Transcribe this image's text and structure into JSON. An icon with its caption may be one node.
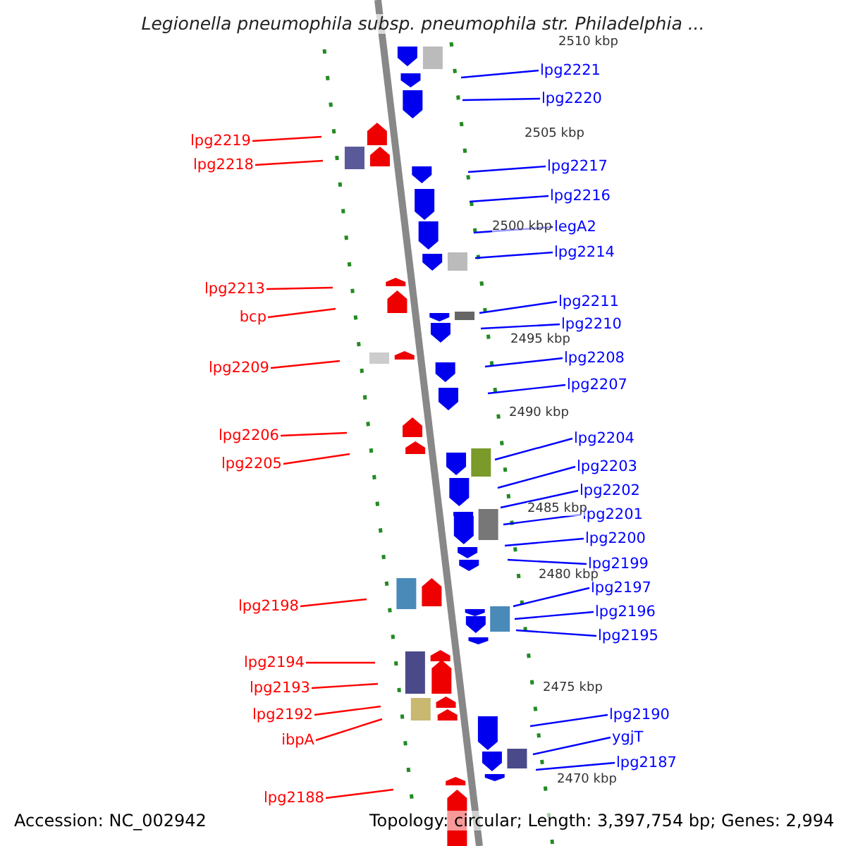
{
  "diagram": {
    "title": "Legionella pneumophila subsp. pneumophila str. Philadelphia ...",
    "nodes": [
      {
        "text": [
          "lpg2221"
        ]
      },
      {
        "text": [
          "lpg2220"
        ]
      },
      {
        "text": [
          "lpg2219"
        ]
      },
      {
        "text": [
          "lpg2218"
        ]
      },
      {
        "text": [
          "lpg2217"
        ]
      },
      {
        "text": [
          "lpg2216"
        ]
      },
      {
        "text": [
          "legA2"
        ]
      },
      {
        "text": [
          "lpg2214"
        ]
      },
      {
        "text": [
          "lpg2213"
        ]
      },
      {
        "text": [
          "lpg2211"
        ]
      },
      {
        "text": [
          "bcp"
        ]
      },
      {
        "text": [
          "lpg2210"
        ]
      },
      {
        "text": [
          "lpg2208"
        ]
      },
      {
        "text": [
          "lpg2209"
        ]
      },
      {
        "text": [
          "lpg2207"
        ]
      },
      {
        "text": [
          "lpg2206"
        ]
      },
      {
        "text": [
          "lpg2204"
        ]
      },
      {
        "text": [
          "lpg2205"
        ]
      },
      {
        "text": [
          "lpg2203"
        ]
      },
      {
        "text": [
          "lpg2202"
        ]
      },
      {
        "text": [
          "lpg2201"
        ]
      },
      {
        "text": [
          "lpg2200"
        ]
      },
      {
        "text": [
          "lpg2199"
        ]
      },
      {
        "text": [
          "lpg2197"
        ]
      },
      {
        "text": [
          "lpg2198"
        ]
      },
      {
        "text": [
          "lpg2196"
        ]
      },
      {
        "text": [
          "lpg2195"
        ]
      },
      {
        "text": [
          "lpg2194"
        ]
      },
      {
        "text": [
          "lpg2193"
        ]
      },
      {
        "text": [
          "lpg2190"
        ]
      },
      {
        "text": [
          "lpg2192"
        ]
      },
      {
        "text": [
          "ygjT"
        ]
      },
      {
        "text": [
          "ibpA"
        ]
      },
      {
        "text": [
          "lpg2187"
        ]
      },
      {
        "text": [
          "lpg2188"
        ]
      }
    ],
    "edges": [
      {
        "from": 0,
        "to": null,
        "arrow": "none"
      },
      {
        "from": 1,
        "to": null,
        "arrow": "none"
      },
      {
        "from": 2,
        "to": null,
        "arrow": "none",
        "color": "#ff0000"
      },
      {
        "from": 3,
        "to": null,
        "arrow": "none",
        "color": "#ff0000"
      },
      {
        "from": 4,
        "to": null,
        "arrow": "none"
      },
      {
        "from": 5,
        "to": null,
        "arrow": "none"
      },
      {
        "from": 6,
        "to": null,
        "arrow": "none"
      },
      {
        "from": 7,
        "to": null,
        "arrow": "none"
      },
      {
        "from": 8,
        "to": null,
        "arrow": "none",
        "color": "#ff0000"
      },
      {
        "from": 9,
        "to": null,
        "arrow": "none"
      },
      {
        "from": 10,
        "to": null,
        "arrow": "none",
        "color": "#ff0000"
      },
      {
        "from": 11,
        "to": null,
        "arrow": "none"
      },
      {
        "from": 12,
        "to": null,
        "arrow": "none"
      },
      {
        "from": 13,
        "to": null,
        "arrow": "none",
        "color": "#ff0000"
      },
      {
        "from": 14,
        "to": null,
        "arrow": "none"
      },
      {
        "from": 15,
        "to": null,
        "arrow": "none",
        "color": "#ff0000"
      },
      {
        "from": 16,
        "to": null,
        "arrow": "none"
      },
      {
        "from": 17,
        "to": null,
        "arrow": "none",
        "color": "#ff0000"
      },
      {
        "from": 18,
        "to": null,
        "arrow": "none"
      },
      {
        "from": 19,
        "to": null,
        "arrow": "none"
      },
      {
        "from": 20,
        "to": null,
        "arrow": "none"
      },
      {
        "from": 21,
        "to": null,
        "arrow": "none"
      },
      {
        "from": 22,
        "to": null,
        "arrow": "none"
      },
      {
        "from": 23,
        "to": null,
        "arrow": "none"
      },
      {
        "from": 24,
        "to": null,
        "arrow": "none",
        "color": "#ff0000"
      },
      {
        "from": 25,
        "to": null,
        "arrow": "none"
      },
      {
        "from": 26,
        "to": null,
        "arrow": "none"
      },
      {
        "from": 27,
        "to": null,
        "arrow": "none",
        "color": "#ff0000"
      },
      {
        "from": 28,
        "to": null,
        "arrow": "none",
        "color": "#ff0000"
      },
      {
        "from": 29,
        "to": null,
        "arrow": "none"
      },
      {
        "from": 30,
        "to": null,
        "arrow": "none",
        "color": "#ff0000"
      },
      {
        "from": 31,
        "to": null,
        "arrow": "none"
      },
      {
        "from": 32,
        "to": null,
        "arrow": "none",
        "color": "#ff0000"
      },
      {
        "from": 33,
        "to": null,
        "arrow": "none"
      },
      {
        "from": 34,
        "to": null,
        "arrow": "none",
        "color": "#ff0000"
      }
    ],
    "labels": [
      "2510 kbp",
      "2505 kbp",
      "2500 kbp",
      "2495 kbp",
      "2490 kbp",
      "2485 kbp",
      "2480 kbp",
      "2475 kbp",
      "2470 kbp",
      "Accession: NC_002942",
      "Topology: circular; Length: 3,397,754 bp; Genes: 2,994"
    ]
  }
}
